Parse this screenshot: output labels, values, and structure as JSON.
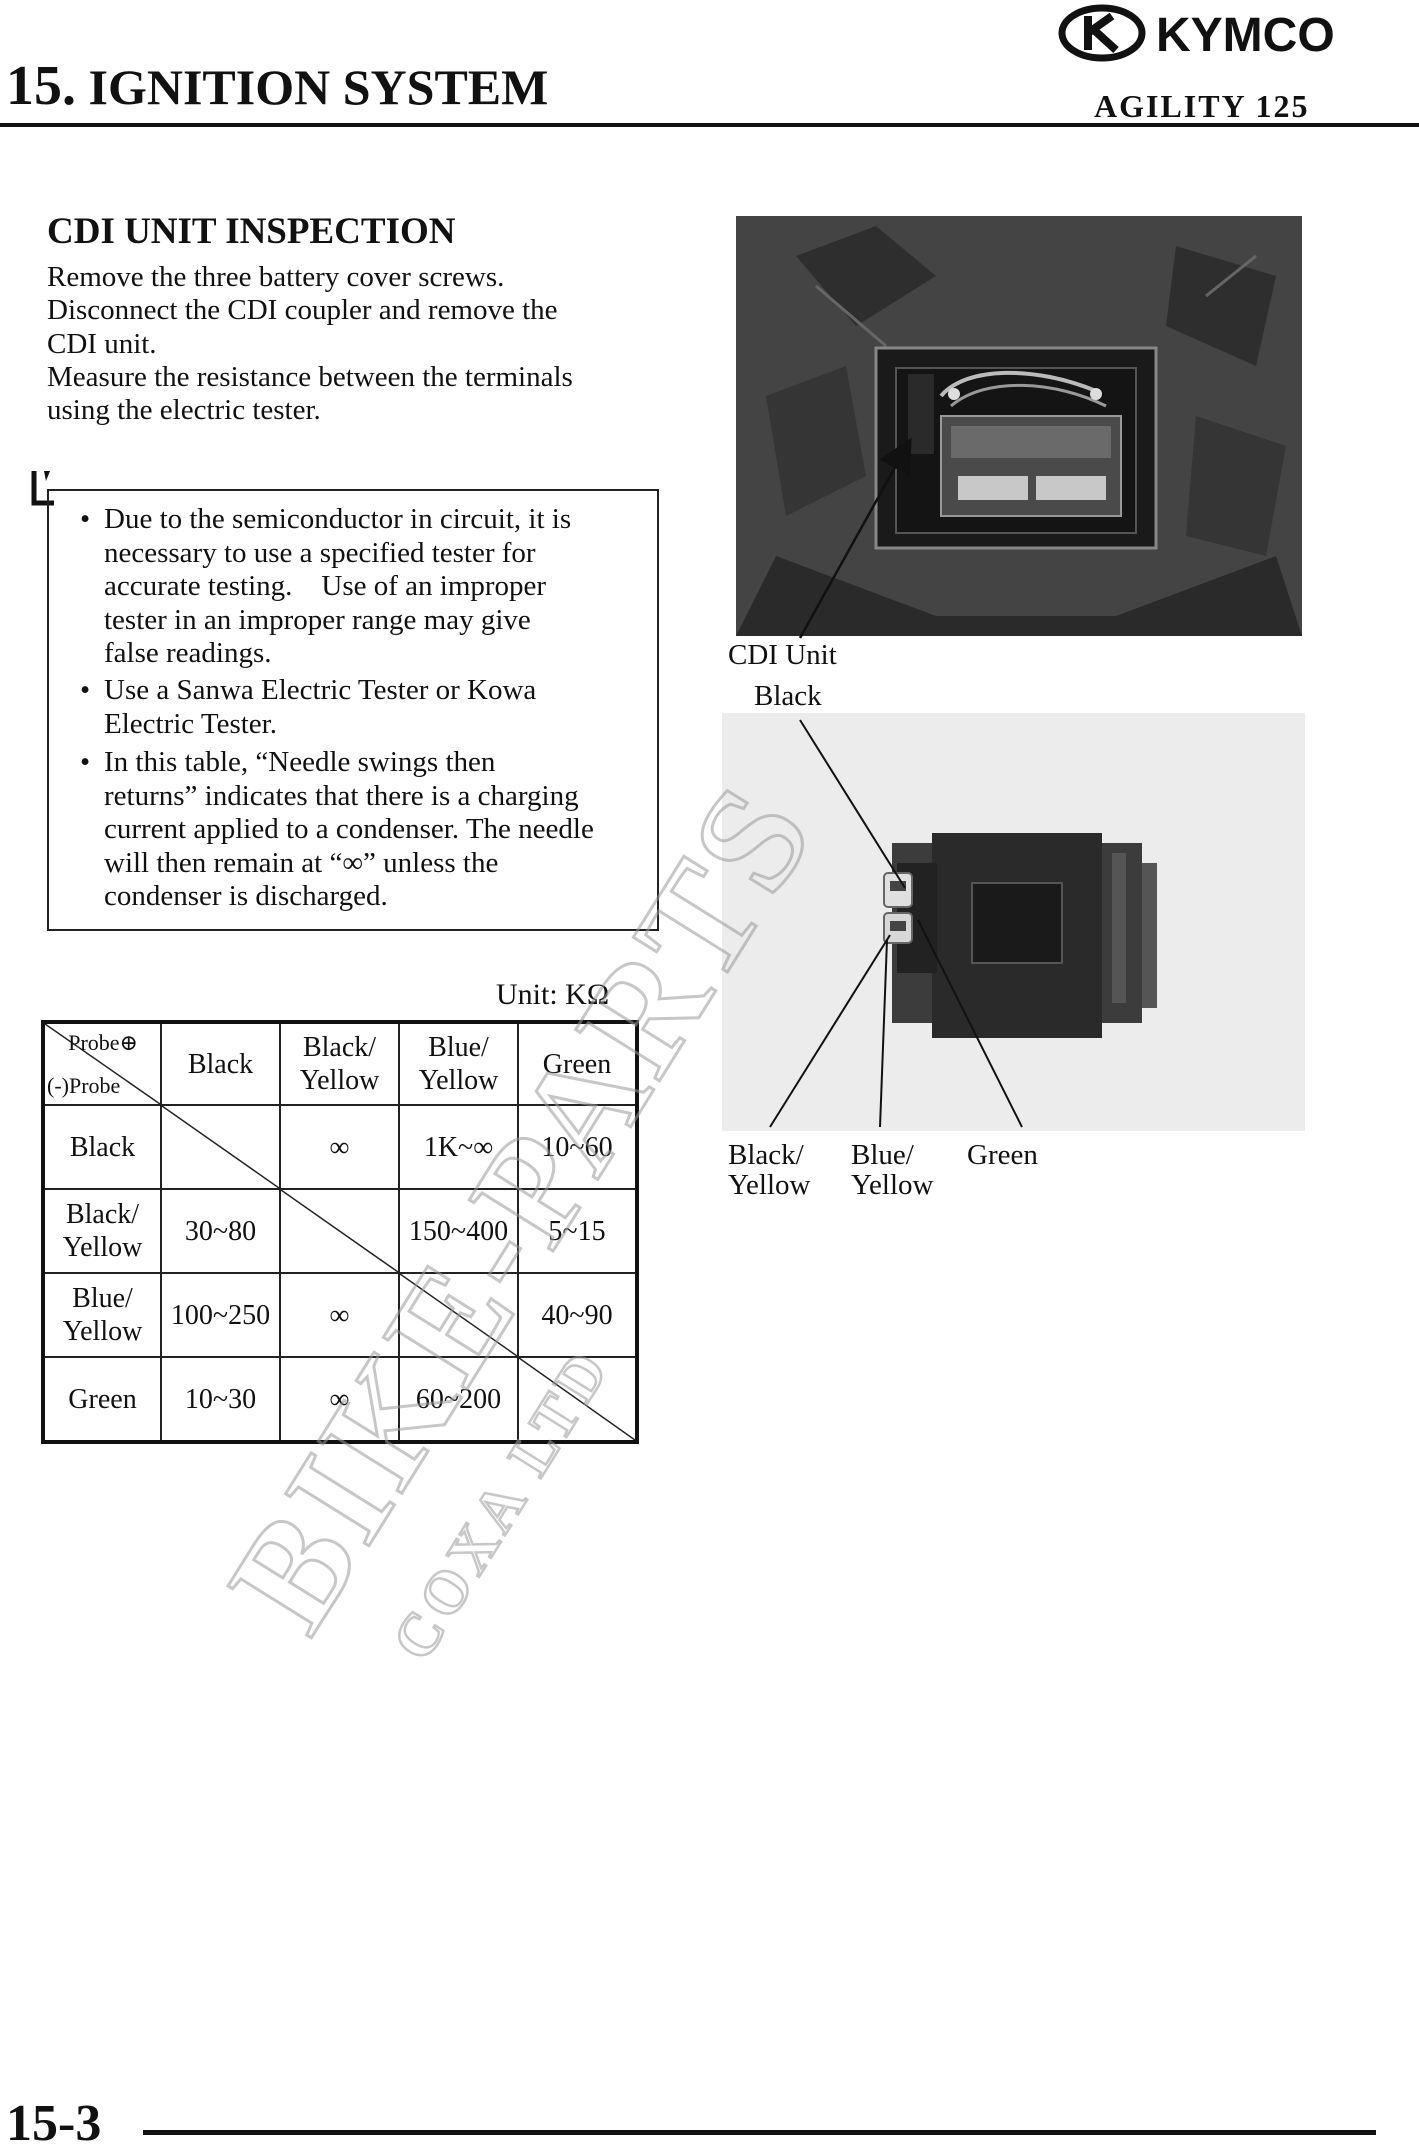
{
  "header": {
    "chapter_number": "15.",
    "chapter_title": "IGNITION SYSTEM",
    "model": "AGILITY 125",
    "brand": "KYMCO"
  },
  "section": {
    "title": "CDI UNIT INSPECTION",
    "lines": [
      "Remove the three battery cover screws.",
      "Disconnect the CDI coupler and remove the",
      "CDI unit.",
      "Measure the resistance between the terminals",
      "using the electric tester."
    ]
  },
  "caution": {
    "bullet_glyph": "•",
    "bullets": [
      [
        "Due to the semiconductor in circuit, it is",
        "necessary to use a specified tester for",
        "accurate testing.    Use of an improper",
        "tester in an improper range may give",
        "false readings."
      ],
      [
        "Use a Sanwa Electric Tester or Kowa",
        "Electric Tester."
      ],
      [
        "In this table, “Needle swings then",
        "returns” indicates that there is a charging",
        "current applied to a condenser. The needle",
        "will then remain at “∞” unless the",
        "condenser is discharged."
      ]
    ]
  },
  "table": {
    "unit": "Unit: KΩ",
    "probe_plus": "Probe⊕",
    "probe_minus": "(-)Probe",
    "columns": [
      [
        "Black"
      ],
      [
        "Black/",
        "Yellow"
      ],
      [
        "Blue/",
        "Yellow"
      ],
      [
        "Green"
      ]
    ],
    "rows": [
      {
        "label": [
          "Black"
        ],
        "cells": [
          "",
          "∞",
          "1K~∞",
          "10~60"
        ]
      },
      {
        "label": [
          "Black/",
          "Yellow"
        ],
        "cells": [
          "30~80",
          "",
          "150~400",
          "5~15"
        ]
      },
      {
        "label": [
          "Blue/",
          "Yellow"
        ],
        "cells": [
          "100~250",
          "∞",
          "",
          "40~90"
        ]
      },
      {
        "label": [
          "Green"
        ],
        "cells": [
          "10~30",
          "∞",
          "60~200",
          ""
        ]
      }
    ]
  },
  "photos": {
    "cdi_unit_label": "CDI Unit",
    "black_label": "Black",
    "black_yellow_label": [
      "Black/",
      "Yellow"
    ],
    "blue_yellow_label": [
      "Blue/",
      "Yellow"
    ],
    "green_label": "Green"
  },
  "watermark": {
    "main": "BIKE-PARTS",
    "sub": "COXA LTD"
  },
  "footer": {
    "page": "15-3"
  }
}
